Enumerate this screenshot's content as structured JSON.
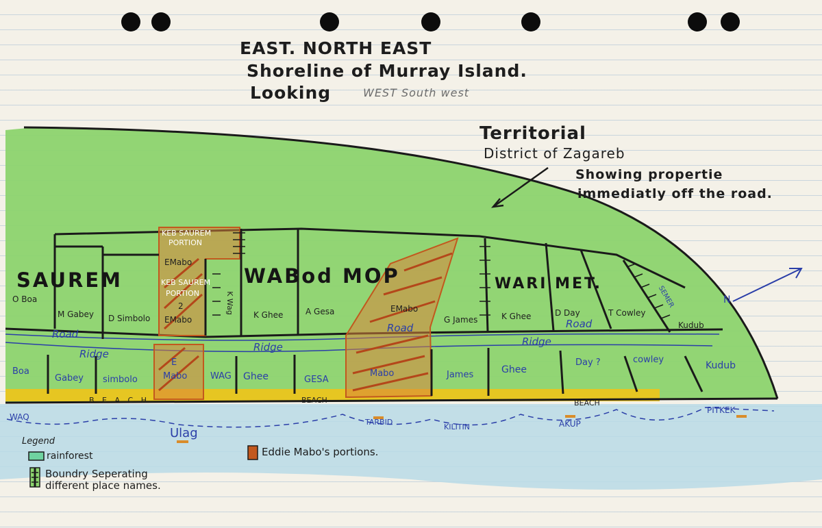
{
  "title": {
    "line1": "EAST. NORTH EAST",
    "line2": "Shoreline of Murray Island.",
    "line3": "Looking",
    "pencil": "WEST South west"
  },
  "callout": {
    "line1": "Territorial",
    "line2": "District of Zagareb",
    "line3": "Showing propertie",
    "line4": "immediatly off the road."
  },
  "districts": {
    "saurem": "SAUREM",
    "wabodmop": "WABod MOP",
    "warimet": "WARI MET."
  },
  "upper_labels": {
    "oboa": "O Boa",
    "mgabey": "M Gabey",
    "dsimbolo": "D Simbolo",
    "kebsaurem1": "KEB SAUREM",
    "portion1": "PORTION",
    "emabo1": "EMabo",
    "kebsaurem2": "KEB SAUREM",
    "portion2": "PORTION",
    "two": "2",
    "emabo2": "EMabo",
    "kwag": "K Wag",
    "kghee": "K Ghee",
    "agesa": "A Gesa",
    "emabo3": "EMabo",
    "gjames": "G James",
    "kghee2": "K Ghee",
    "dday": "D Day",
    "tcowley": "T Cowley",
    "semer": "SEMER",
    "kudub": "Kudub"
  },
  "blue_labels": {
    "road1": "Road",
    "road2": "Road",
    "road3": "Road",
    "ridge1": "Ridge",
    "ridge2": "Ridge",
    "ridge3": "Ridge"
  },
  "lower_labels": {
    "boa": "Boa",
    "gabey": "Gabey",
    "simbolo": "simbolo",
    "e": "E",
    "mabo": "Mabo",
    "wag": "WAG",
    "ghee": "Ghee",
    "gesa": "GESA",
    "mabo2": "Mabo",
    "james": "James",
    "ghee2": "Ghee",
    "day": "Day ?",
    "cowley": "cowley",
    "kudub": "Kudub"
  },
  "beach_labels": {
    "beach1": "B E A C H",
    "beach2": "BEACH",
    "beach3": "BEACH"
  },
  "shore_labels": {
    "waq": "WAQ",
    "ulag": "Ulag",
    "tarbid": "TARBID",
    "kilitin": "KILITIN",
    "akup": "AKUP",
    "pitkek": "PITKEK"
  },
  "compass": "N",
  "legend": {
    "heading": "Legend",
    "rainforest": "rainforest",
    "mabo_portions": "Eddie Mabo's portions.",
    "boundary1": "Boundry Seperating",
    "boundary2": "different place names."
  },
  "colors": {
    "rainforest": "#8cd36e",
    "mabo_portions": "#c2581e",
    "beach": "#f0c419",
    "sea": "#b9dbe6",
    "ink_blue": "#2a3ea8"
  }
}
